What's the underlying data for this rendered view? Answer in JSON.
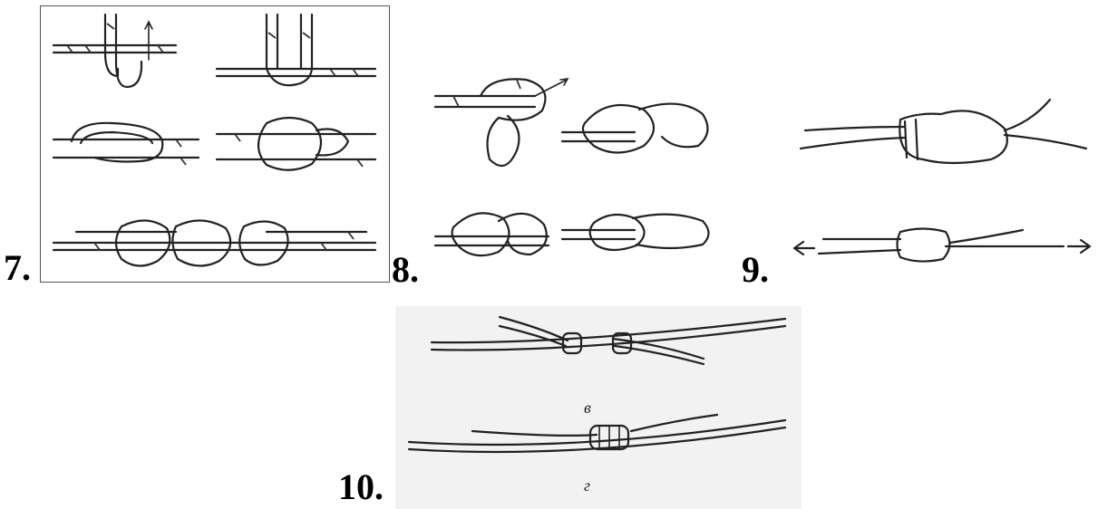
{
  "figures": [
    {
      "label": "7."
    },
    {
      "label": "8."
    },
    {
      "label": "9."
    },
    {
      "label": "10.",
      "sublabels": [
        "в",
        "г"
      ]
    }
  ]
}
